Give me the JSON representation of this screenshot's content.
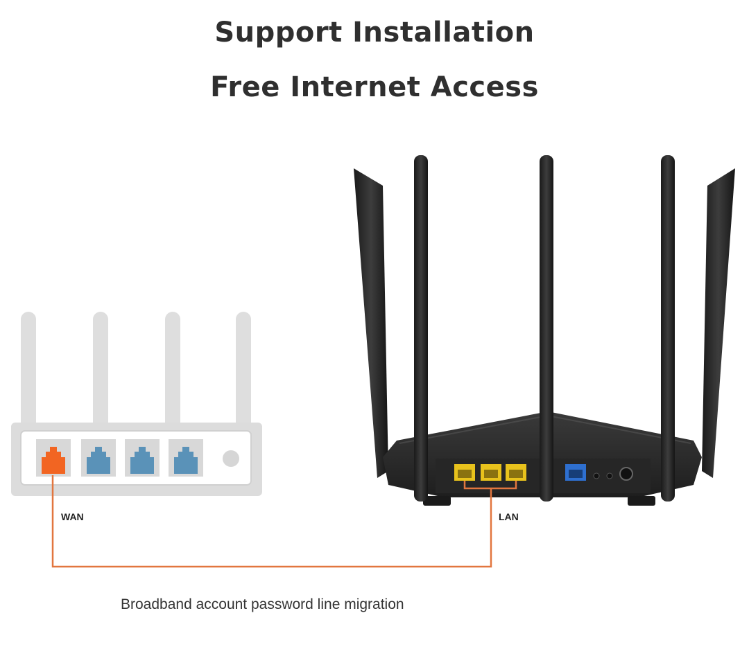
{
  "headline": {
    "line1": "Support Installation",
    "line2": "Free Internet Access"
  },
  "diagram": {
    "wan_label": "WAN",
    "lan_label": "LAN",
    "caption": "Broadband account password line migration",
    "colors": {
      "cable": "#e2763f",
      "wan_port": "#f26522",
      "lan_port_old": "#5a92b8",
      "lan_port_new": "#e8c21c",
      "wan_port_new": "#2e6fcf",
      "old_router": "#d9d9d9",
      "new_router": "#2b2b2b"
    },
    "old_router": {
      "antenna_count": 4,
      "port_count": 4
    },
    "new_router": {
      "antenna_count": 5,
      "lan_port_count": 3
    }
  }
}
